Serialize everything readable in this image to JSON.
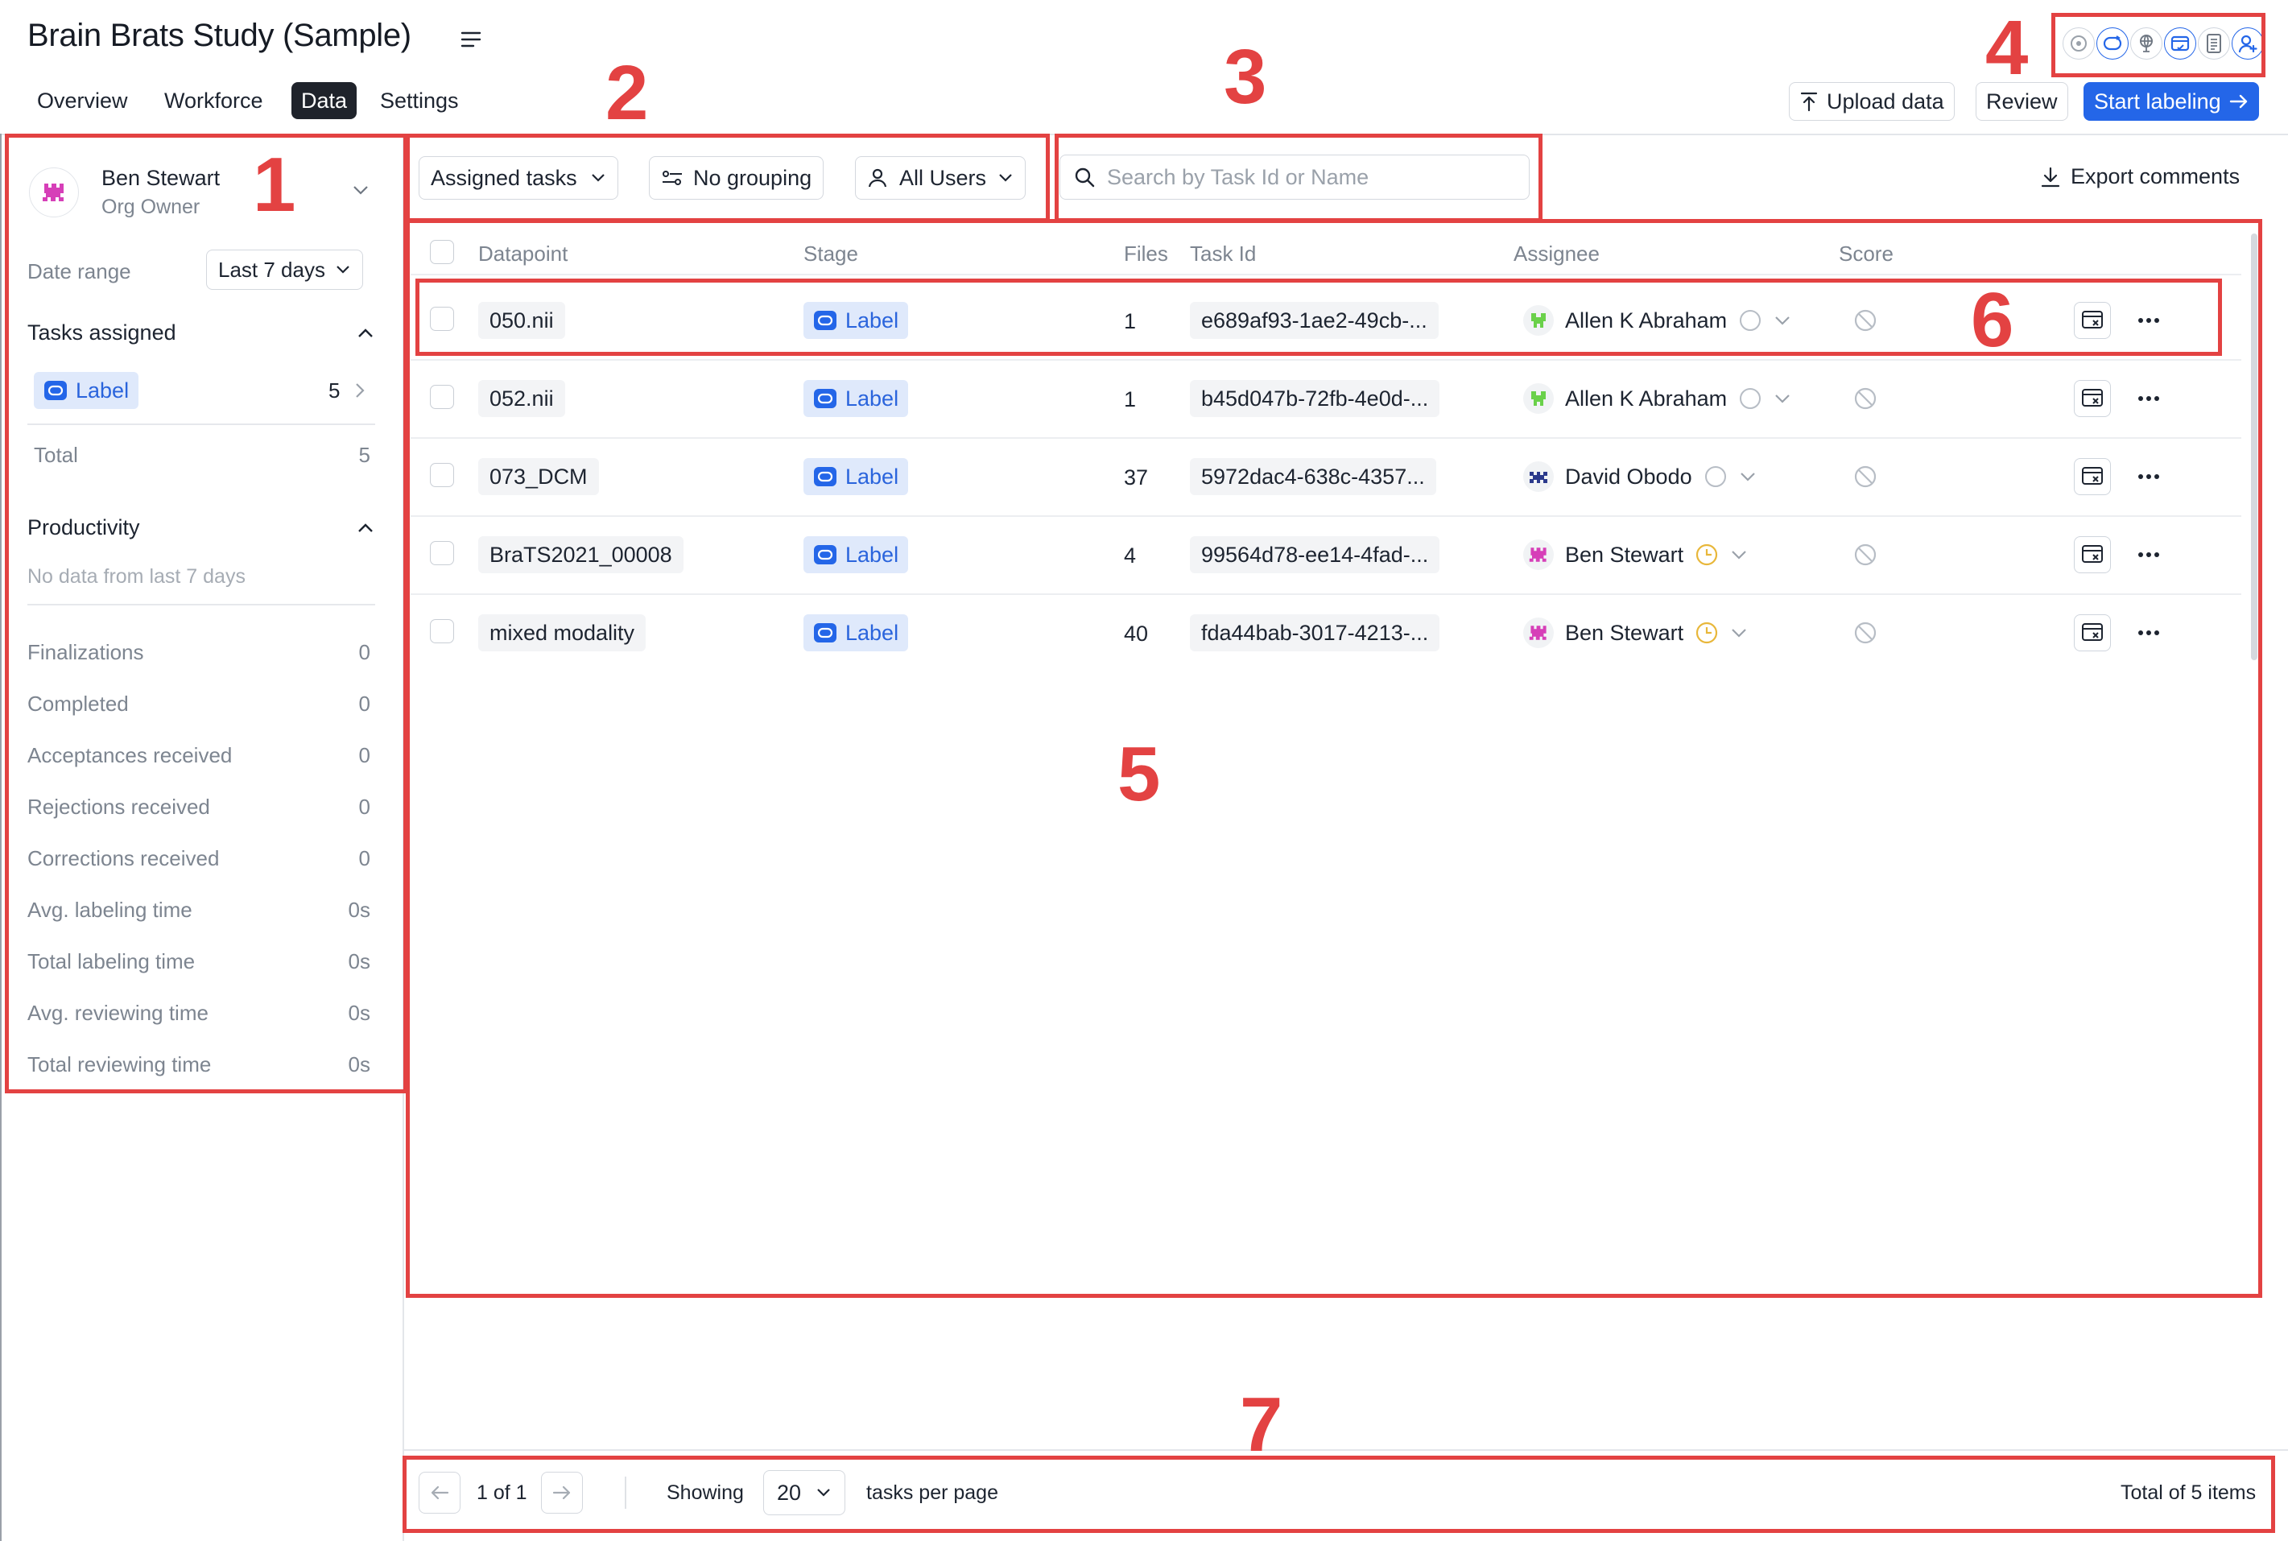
{
  "app": {
    "title": "Brain Brats Study (Sample)",
    "tabs": [
      {
        "label": "Overview",
        "active": false
      },
      {
        "label": "Workforce",
        "active": false
      },
      {
        "label": "Data",
        "active": true
      },
      {
        "label": "Settings",
        "active": false
      }
    ],
    "actions": {
      "upload": "Upload data",
      "review": "Review",
      "start": "Start labeling"
    },
    "toolbar_icons": [
      "circle-dot-icon",
      "loop-icon",
      "globe-pin-icon",
      "edit-window-icon",
      "document-icon",
      "add-user-icon"
    ]
  },
  "sidebar": {
    "user": {
      "name": "Ben Stewart",
      "role": "Org Owner"
    },
    "date_range": {
      "label": "Date range",
      "value": "Last 7 days"
    },
    "tasks_assigned": {
      "title": "Tasks assigned",
      "items": [
        {
          "label": "Label",
          "count": "5"
        }
      ],
      "total_label": "Total",
      "total": "5"
    },
    "productivity": {
      "title": "Productivity",
      "empty": "No data from last 7 days",
      "metrics": [
        {
          "label": "Finalizations",
          "value": "0"
        },
        {
          "label": "Completed",
          "value": "0"
        },
        {
          "label": "Acceptances received",
          "value": "0"
        },
        {
          "label": "Rejections received",
          "value": "0"
        },
        {
          "label": "Corrections received",
          "value": "0"
        },
        {
          "label": "Avg. labeling time",
          "value": "0s"
        },
        {
          "label": "Total labeling time",
          "value": "0s"
        },
        {
          "label": "Avg. reviewing time",
          "value": "0s"
        },
        {
          "label": "Total reviewing time",
          "value": "0s"
        }
      ]
    }
  },
  "filters": {
    "assigned": "Assigned tasks",
    "grouping": "No grouping",
    "users": "All Users",
    "search_placeholder": "Search by Task Id or Name",
    "export": "Export comments"
  },
  "table": {
    "columns": {
      "datapoint": "Datapoint",
      "stage": "Stage",
      "files": "Files",
      "task_id": "Task Id",
      "assignee": "Assignee",
      "score": "Score"
    },
    "rows": [
      {
        "datapoint": "050.nii",
        "stage": "Label",
        "files": "1",
        "task_id": "e689af93-1ae2-49cb-...",
        "assignee": "Allen K Abraham",
        "avatar_color": "#6ad14a",
        "status": "open"
      },
      {
        "datapoint": "052.nii",
        "stage": "Label",
        "files": "1",
        "task_id": "b45d047b-72fb-4e0d-...",
        "assignee": "Allen K Abraham",
        "avatar_color": "#6ad14a",
        "status": "open"
      },
      {
        "datapoint": "073_DCM",
        "stage": "Label",
        "files": "37",
        "task_id": "5972dac4-638c-4357...",
        "assignee": "David Obodo",
        "avatar_color": "#2b3a8c",
        "status": "open"
      },
      {
        "datapoint": "BraTS2021_00008",
        "stage": "Label",
        "files": "4",
        "task_id": "99564d78-ee14-4fad-...",
        "assignee": "Ben Stewart",
        "avatar_color": "#d63fb8",
        "status": "pending"
      },
      {
        "datapoint": "mixed modality",
        "stage": "Label",
        "files": "40",
        "task_id": "fda44bab-3017-4213-...",
        "assignee": "Ben Stewart",
        "avatar_color": "#d63fb8",
        "status": "pending"
      }
    ]
  },
  "pagination": {
    "page": "1 of 1",
    "showing": "Showing",
    "per_page": "20",
    "per_page_suffix": "tasks per page",
    "total": "Total of 5 items"
  },
  "annotations": [
    "1",
    "2",
    "3",
    "4",
    "5",
    "6",
    "7"
  ],
  "colors": {
    "accent": "#2466e8",
    "annotation": "#e34242",
    "stage_bg": "#dfe9fb",
    "stage_text": "#2a64dc",
    "pending": "#e8b73a"
  }
}
